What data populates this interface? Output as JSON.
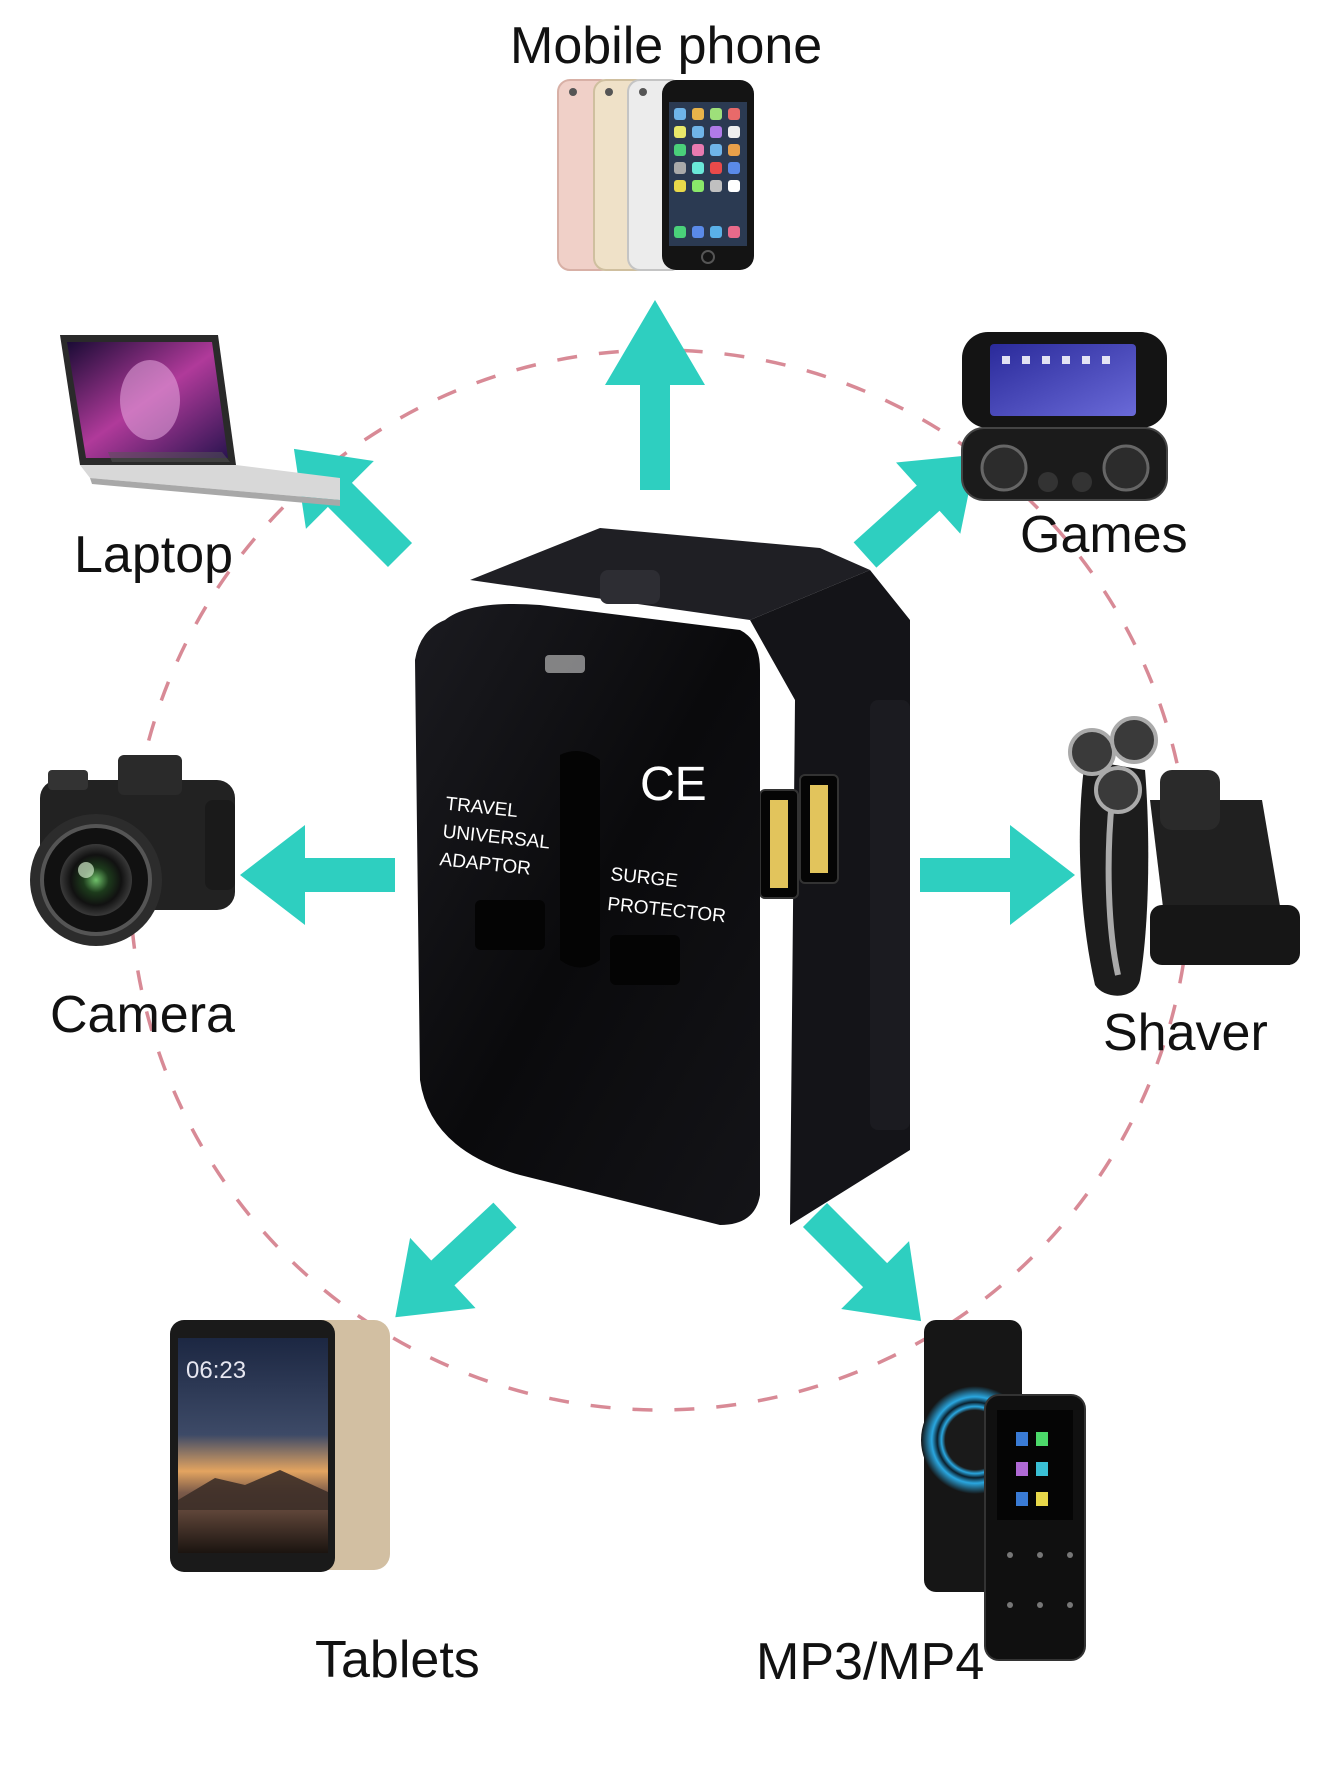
{
  "center": {
    "product": "travel-adapter",
    "mark": "CE",
    "left_text": [
      "TRAVEL",
      "UNIVERSAL",
      "ADAPTOR"
    ],
    "right_text": [
      "SURGE",
      "PROTECTOR"
    ]
  },
  "devices": [
    {
      "id": "mobile",
      "label": "Mobile phone"
    },
    {
      "id": "laptop",
      "label": "Laptop"
    },
    {
      "id": "games",
      "label": "Games"
    },
    {
      "id": "camera",
      "label": "Camera"
    },
    {
      "id": "shaver",
      "label": "Shaver"
    },
    {
      "id": "tablets",
      "label": "Tablets"
    },
    {
      "id": "mp3",
      "label": "MP3/MP4"
    }
  ],
  "colors": {
    "arrow": "#2ecfc0",
    "dashed_circle": "#d88a96",
    "adapter": "#0b0b0d"
  },
  "tablet_clock": "06:23"
}
